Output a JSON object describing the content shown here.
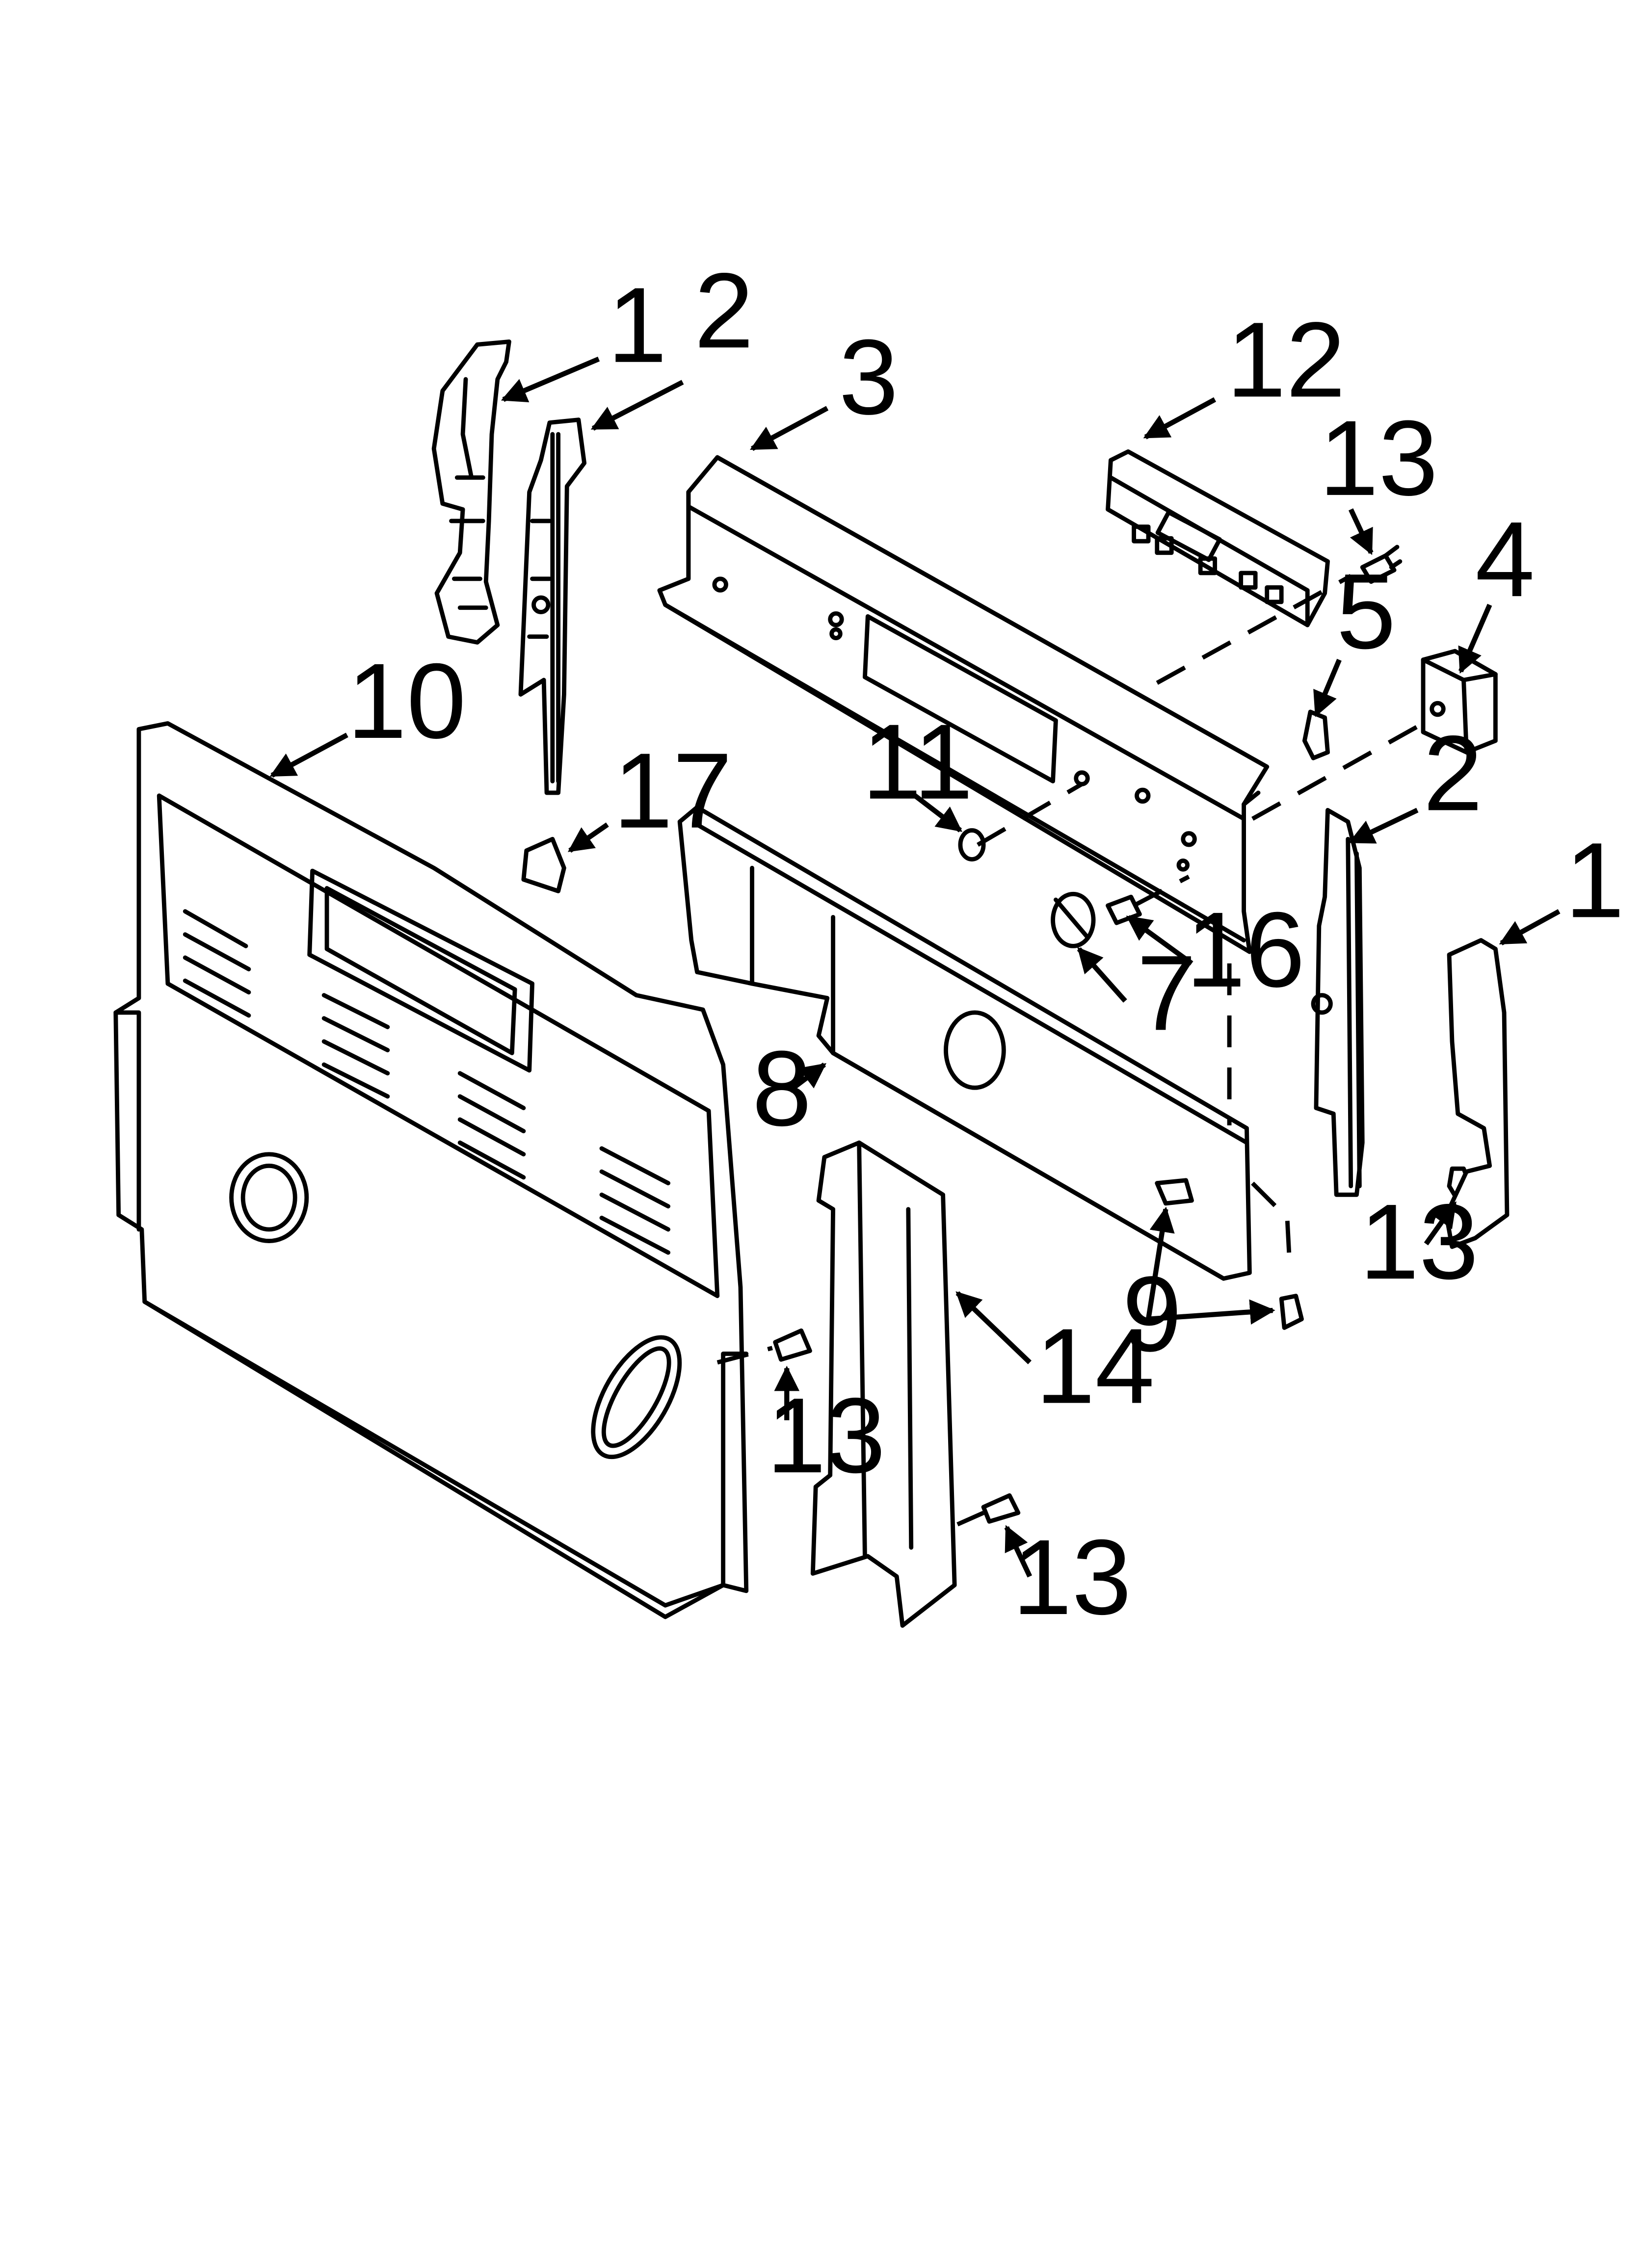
{
  "callouts": [
    {
      "id": "c1a",
      "label": "1"
    },
    {
      "id": "c2a",
      "label": "2"
    },
    {
      "id": "c3",
      "label": "3"
    },
    {
      "id": "c12",
      "label": "12"
    },
    {
      "id": "c13a",
      "label": "13"
    },
    {
      "id": "c4",
      "label": "4"
    },
    {
      "id": "c5",
      "label": "5"
    },
    {
      "id": "c10",
      "label": "10"
    },
    {
      "id": "c17",
      "label": "17"
    },
    {
      "id": "c11",
      "label": "11"
    },
    {
      "id": "c2b",
      "label": "2"
    },
    {
      "id": "c1b",
      "label": "1"
    },
    {
      "id": "c16",
      "label": "16"
    },
    {
      "id": "c7",
      "label": "7"
    },
    {
      "id": "c8",
      "label": "8"
    },
    {
      "id": "c13b",
      "label": "13"
    },
    {
      "id": "c9",
      "label": "9"
    },
    {
      "id": "c14",
      "label": "14"
    },
    {
      "id": "c13c",
      "label": "13"
    },
    {
      "id": "c13d",
      "label": "13"
    }
  ]
}
